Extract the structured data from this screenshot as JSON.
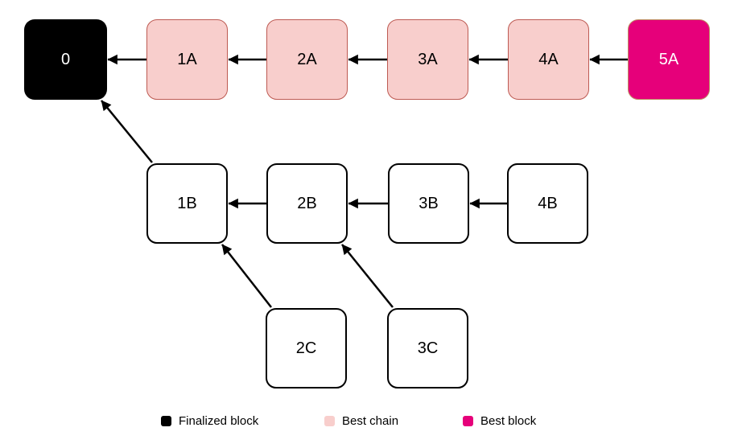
{
  "diagram": {
    "background": "#ffffff",
    "edge_color": "#000000",
    "blocks": [
      {
        "id": "0",
        "label": "0",
        "type": "finalized"
      },
      {
        "id": "1A",
        "label": "1A",
        "type": "best_chain"
      },
      {
        "id": "2A",
        "label": "2A",
        "type": "best_chain"
      },
      {
        "id": "3A",
        "label": "3A",
        "type": "best_chain"
      },
      {
        "id": "4A",
        "label": "4A",
        "type": "best_chain"
      },
      {
        "id": "5A",
        "label": "5A",
        "type": "best_block"
      },
      {
        "id": "1B",
        "label": "1B",
        "type": "fork"
      },
      {
        "id": "2B",
        "label": "2B",
        "type": "fork"
      },
      {
        "id": "3B",
        "label": "3B",
        "type": "fork"
      },
      {
        "id": "4B",
        "label": "4B",
        "type": "fork"
      },
      {
        "id": "2C",
        "label": "2C",
        "type": "fork"
      },
      {
        "id": "3C",
        "label": "3C",
        "type": "fork"
      }
    ],
    "edges": [
      {
        "from": "1A",
        "to": "0"
      },
      {
        "from": "2A",
        "to": "1A"
      },
      {
        "from": "3A",
        "to": "2A"
      },
      {
        "from": "4A",
        "to": "3A"
      },
      {
        "from": "5A",
        "to": "4A"
      },
      {
        "from": "1B",
        "to": "0"
      },
      {
        "from": "2B",
        "to": "1B"
      },
      {
        "from": "3B",
        "to": "2B"
      },
      {
        "from": "4B",
        "to": "3B"
      },
      {
        "from": "2C",
        "to": "1B"
      },
      {
        "from": "3C",
        "to": "2B"
      }
    ]
  },
  "colors": {
    "finalized": {
      "fill": "#000000",
      "border": "#000000",
      "text": "#ffffff"
    },
    "best_chain": {
      "fill": "#f8cecc",
      "border": "#bd5a52",
      "text": "#000000"
    },
    "best_block": {
      "fill": "#e6007a",
      "border": "#be8c61",
      "text": "#ffffff"
    },
    "fork": {
      "fill": "#ffffff",
      "border": "#000000",
      "text": "#000000"
    }
  },
  "legend": {
    "items": [
      {
        "label": "Finalized block",
        "color": "#000000"
      },
      {
        "label": "Best chain",
        "color": "#f8cecc"
      },
      {
        "label": "Best block",
        "color": "#e6007a"
      }
    ]
  }
}
